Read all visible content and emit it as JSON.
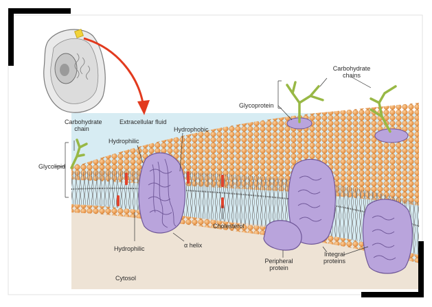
{
  "labels": {
    "extracellular_fluid": "Extracellular fluid",
    "carbohydrate_chain_line1": "Carbohydrate",
    "carbohydrate_chain_line2": "chain",
    "carbohydrate_chains_line1": "Carbohydrate",
    "carbohydrate_chains_line2": "chains",
    "glycoprotein": "Glycoprotein",
    "glycolipid": "Glycolipid",
    "hydrophilic_top": "Hydrophilic",
    "hydrophobic": "Hydrophobic",
    "hydrophilic_bottom": "Hydrophilic",
    "alpha_helix": "α helix",
    "cholesterol": "Cholesterol",
    "peripheral_line1": "Peripheral",
    "peripheral_line2": "protein",
    "integral_line1": "Integral",
    "integral_line2": "proteins",
    "cytosol": "Cytosol"
  },
  "colors": {
    "extracellular": "#d7ecf3",
    "cytosol": "#eee3d5",
    "phosphate_head": "#f0a65c",
    "phosphate_edge": "#c7772e",
    "lipid_tail": "#6d6d6d",
    "protein": "#b9a4dc",
    "protein_edge": "#6d5596",
    "carbohydrate": "#98b845",
    "cholesterol": "#e0442e",
    "arrow": "#e23a1e",
    "label_text": "#2a2a2a",
    "frame": "#000000"
  }
}
